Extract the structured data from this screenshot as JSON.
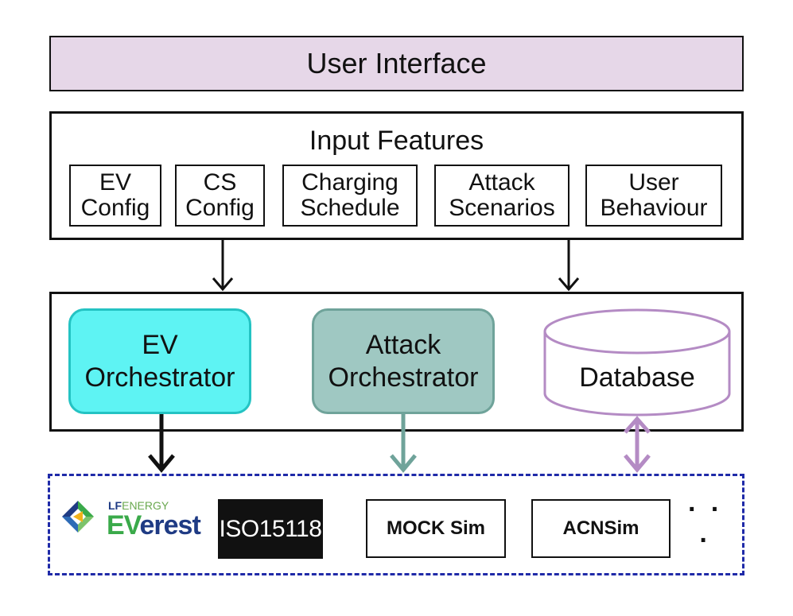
{
  "user_interface": {
    "label": "User Interface"
  },
  "input_features": {
    "title": "Input Features",
    "items": [
      {
        "line1": "EV",
        "line2": "Config"
      },
      {
        "line1": "CS",
        "line2": "Config"
      },
      {
        "line1": "Charging",
        "line2": "Schedule"
      },
      {
        "line1": "Attack",
        "line2": "Scenarios"
      },
      {
        "line1": "User",
        "line2": "Behaviour"
      }
    ]
  },
  "orchestrators": {
    "ev": {
      "line1": "EV",
      "line2": "Orchestrator"
    },
    "attack": {
      "line1": "Attack",
      "line2": "Orchestrator"
    },
    "database": "Database"
  },
  "simulators": {
    "everest_brand": {
      "lf": "LF",
      "energy": "ENERGY",
      "ev": "EV",
      "rest": "erest"
    },
    "iso": "ISO15118",
    "mock": "MOCK Sim",
    "acn": "ACNSim",
    "more": "· · ·"
  },
  "colors": {
    "ui_fill": "#e6d7e8",
    "ev_orch_fill": "#5ef3f3",
    "attack_orch_fill": "#9fc8c2",
    "database_stroke": "#b48bc4",
    "sim_border": "#1f2aa8"
  }
}
